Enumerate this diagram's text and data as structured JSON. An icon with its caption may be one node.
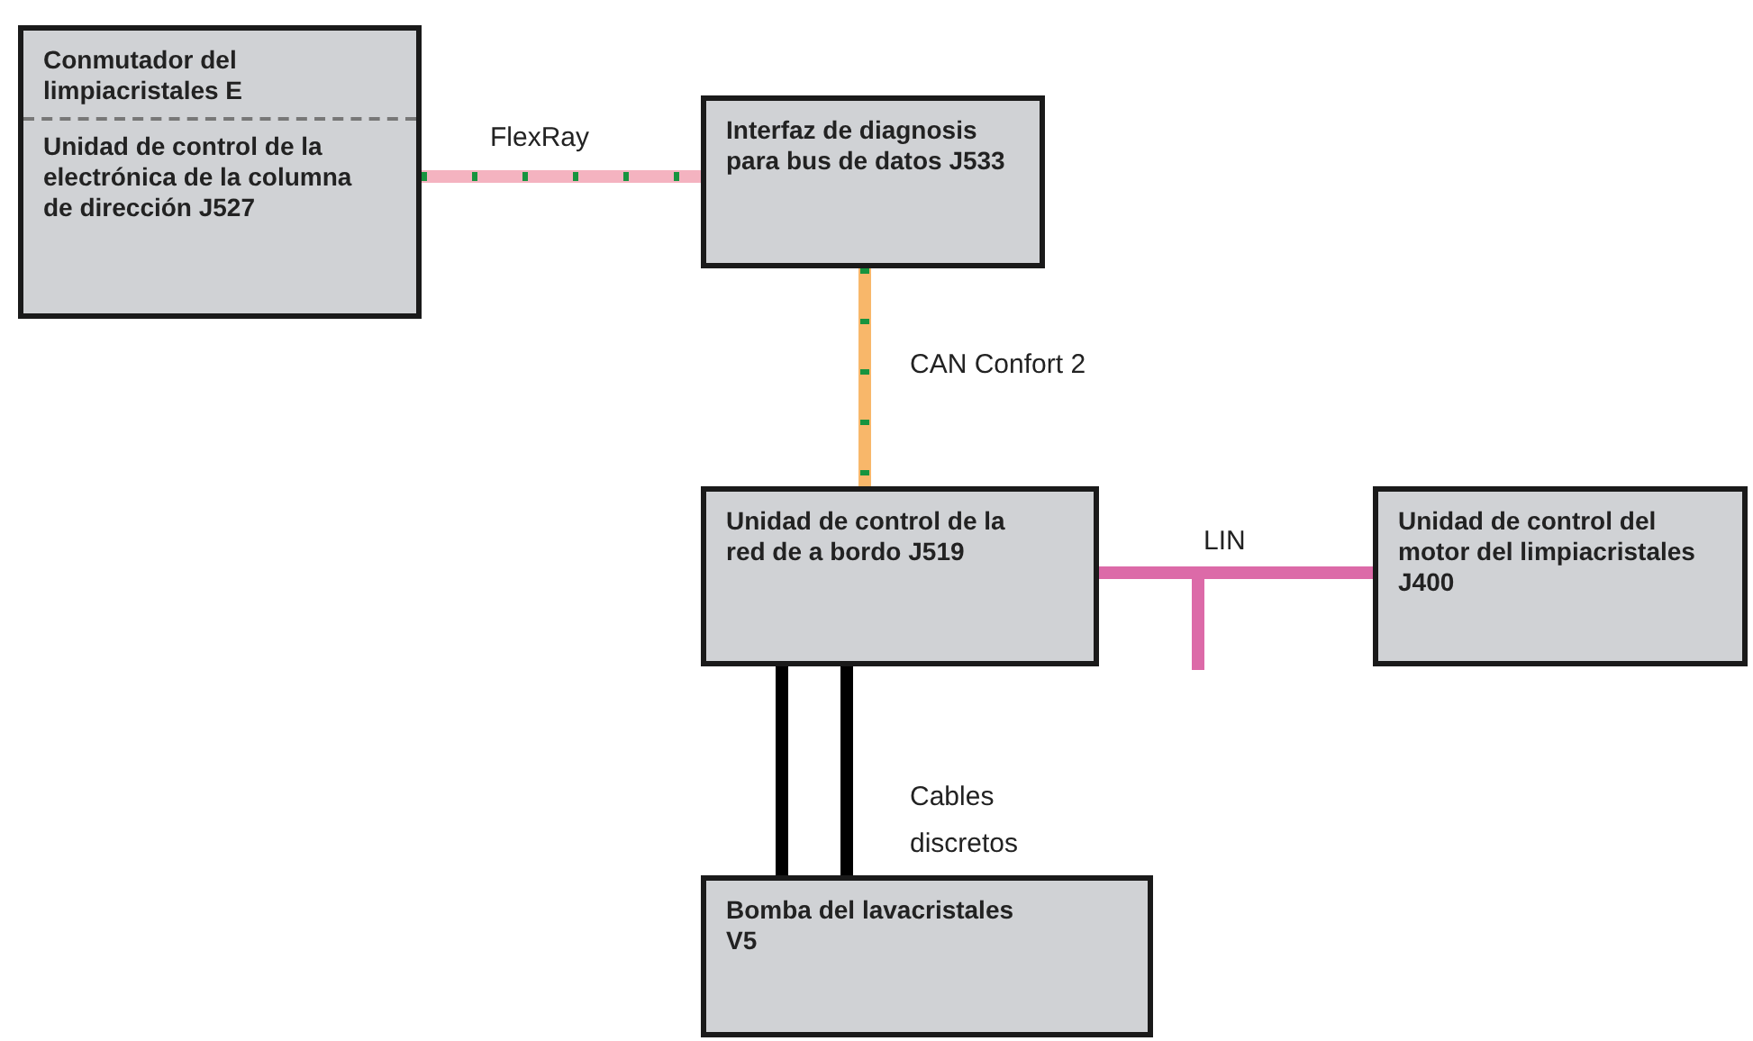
{
  "diagram": {
    "nodes": [
      {
        "text": [
          "Conmutador del limpiacristales E",
          "Unidad de control de la electrónica de la columna de dirección J527"
        ]
      },
      {
        "text": [
          "Interfaz de diagnosis para bus de datos J533"
        ]
      },
      {
        "text": [
          "Unidad de control de la red de a bordo J519"
        ]
      },
      {
        "text": [
          "Unidad de control del motor del limpiacristales J400"
        ]
      },
      {
        "text": [
          "Bomba del lavacristales V5"
        ]
      }
    ],
    "edges": [
      {
        "from": 0,
        "to": 1,
        "arrow": "none",
        "label": "FlexRay",
        "color": "#f4b3c0"
      },
      {
        "from": 1,
        "to": 2,
        "arrow": "none",
        "label": "CAN Confort 2",
        "color": "#f8b76a"
      },
      {
        "from": 2,
        "to": 3,
        "arrow": "none",
        "label": "LIN",
        "color": "#dc6aa8"
      },
      {
        "from": 2,
        "to": null,
        "arrow": "none",
        "color": "#dc6aa8"
      },
      {
        "from": 2,
        "to": 4,
        "arrow": "none",
        "color": "#000000"
      },
      {
        "from": 2,
        "to": 4,
        "arrow": "none",
        "label": "Cables discretos",
        "color": "#000000"
      }
    ]
  }
}
